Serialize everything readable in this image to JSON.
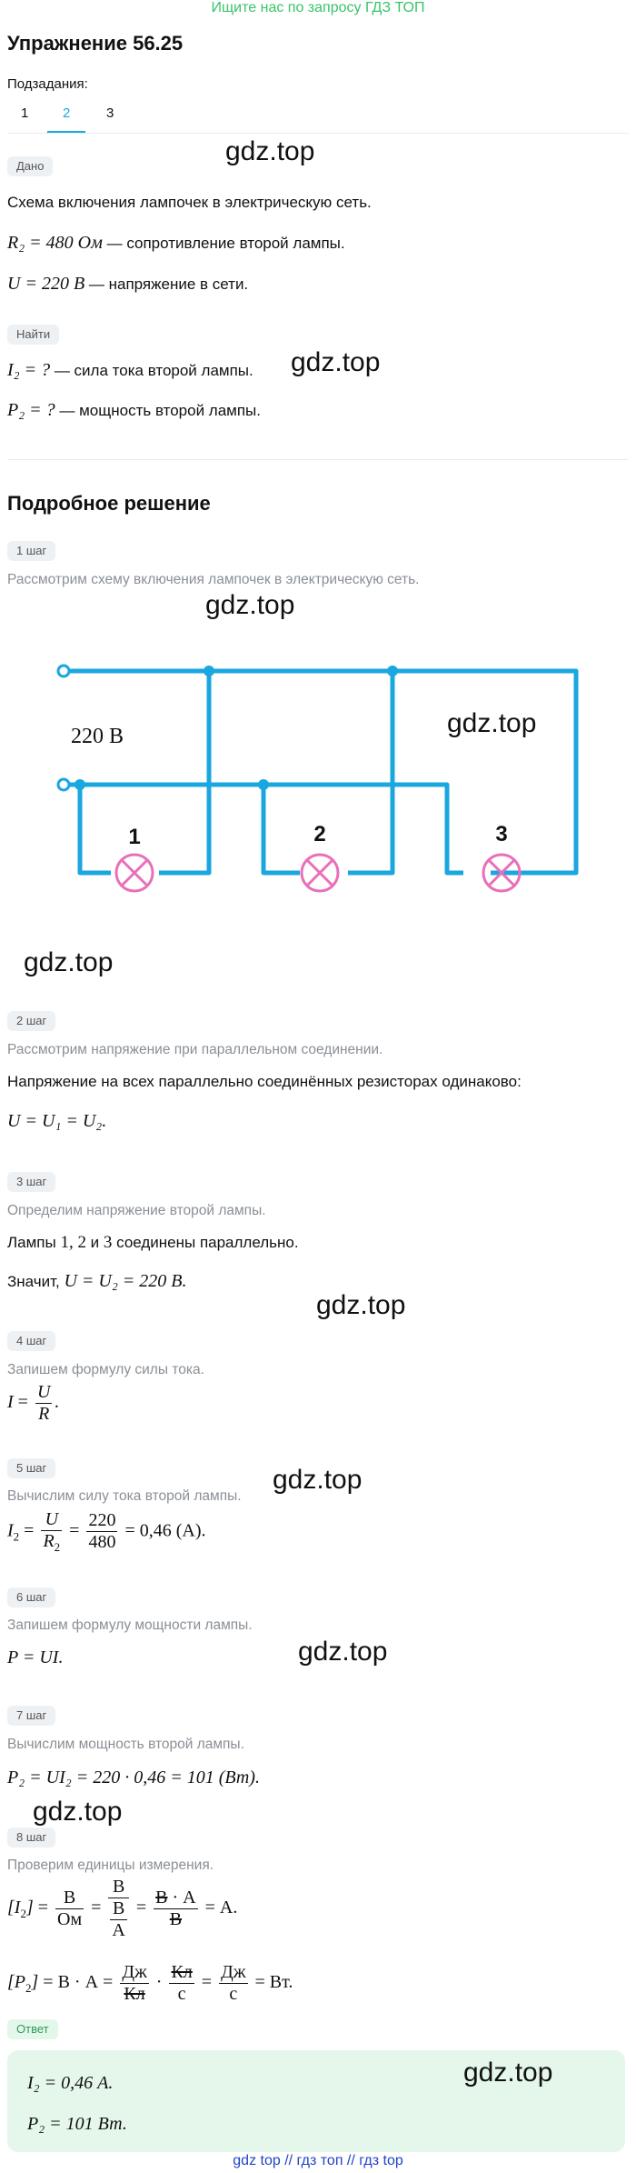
{
  "banner": "Ищите нас по запросу ГДЗ ТОП",
  "title": "Упражнение 56.25",
  "subtasks": {
    "label": "Подзадания:",
    "items": [
      "1",
      "2",
      "3"
    ],
    "active": "2"
  },
  "watermark": "gdz.top",
  "given": {
    "tag": "Дано",
    "intro": "Схема включения лампочек в электрическую сеть.",
    "r2_math": "R₂ = 480 Ом",
    "r2_text": " — сопротивление второй лампы.",
    "u_math": "U = 220 В",
    "u_text": " — напряжение в сети."
  },
  "find": {
    "tag": "Найти",
    "i2_math": "I₂ = ?",
    "i2_text": " — сила тока второй лампы.",
    "p2_math": "P₂ = ?",
    "p2_text": " — мощность второй лампы."
  },
  "solution": {
    "heading": "Подробное решение",
    "step1": {
      "tag": "1 шаг",
      "text": "Рассмотрим схему включения лампочек в электрическую сеть."
    },
    "circuit": {
      "voltage": "220 В",
      "lamps": [
        "1",
        "2",
        "3"
      ],
      "wire_color": "#1aa7e0",
      "lamp_color": "#e86fb8"
    },
    "step2": {
      "tag": "2 шаг",
      "text": "Рассмотрим напряжение при параллельном соединении.",
      "bold": "Напряжение на всех параллельно соединённых резисторах одинаково:",
      "formula": "U = U₁ = U₂."
    },
    "step3": {
      "tag": "3 шаг",
      "text": "Определим напряжение второй лампы.",
      "line1_a": "Лампы ",
      "line1_b": "1, 2",
      "line1_c": " и ",
      "line1_d": "3",
      "line1_e": " соединены параллельно.",
      "line2_a": "Значит, ",
      "line2_b": "U = U₂ = 220 В."
    },
    "step4": {
      "tag": "4 шаг",
      "text": "Запишем формулу силы тока."
    },
    "step5": {
      "tag": "5 шаг",
      "text": "Вычислим силу тока второй лампы.",
      "num1": "220",
      "den1": "480",
      "result": "= 0,46  (А)."
    },
    "step6": {
      "tag": "6 шаг",
      "text": "Запишем формулу мощности лампы.",
      "formula": "P = UI."
    },
    "step7": {
      "tag": "7 шаг",
      "text": "Вычислим мощность второй лампы.",
      "formula": "P₂ = UI₂ = 220 · 0,46 = 101  (Вт)."
    },
    "step8": {
      "tag": "8 шаг",
      "text": "Проверим единицы измерения."
    }
  },
  "answer": {
    "tag": "Ответ",
    "line1": "I₂ = 0,46 А.",
    "line2": "P₂ = 101 Вт."
  },
  "footer": "gdz top  //  гдз топ  //  гдз top",
  "colors": {
    "banner": "#3ac46a",
    "accent": "#1aa7e0",
    "answer_bg": "#e4f7ea"
  }
}
